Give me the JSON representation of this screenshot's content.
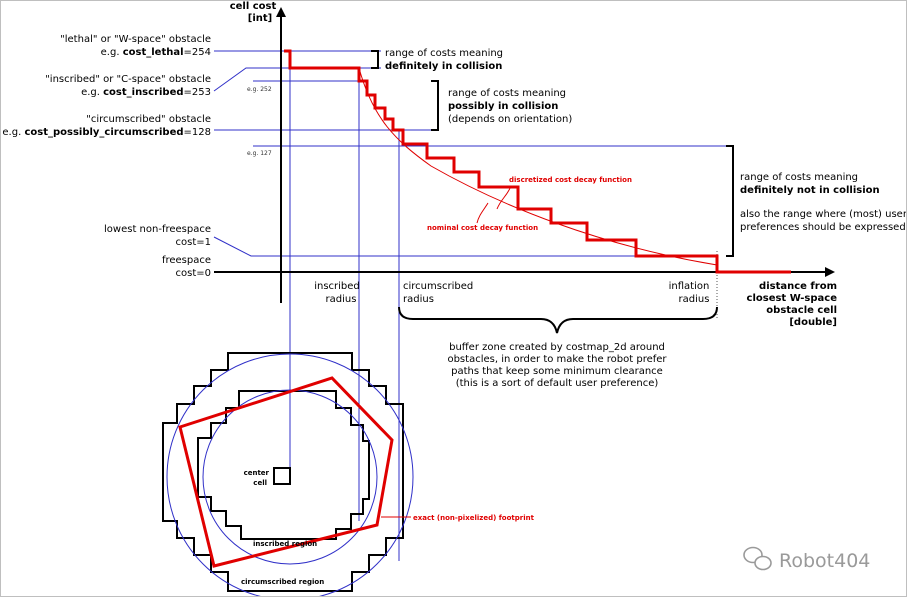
{
  "axes": {
    "y_title": [
      "cell cost",
      "[int]"
    ],
    "x_title": [
      "distance from",
      "closest W-space",
      "obstacle cell",
      "[double]"
    ]
  },
  "left_labels": {
    "lethal": [
      "\"lethal\" or \"W-space\" obstacle",
      "e.g. ",
      "cost_lethal",
      "=254"
    ],
    "inscribed": [
      "\"inscribed\" or \"C-space\" obstacle",
      "e.g. ",
      "cost_inscribed",
      "=253"
    ],
    "circumscribed": [
      "\"circumscribed\" obstacle",
      "e.g. ",
      "cost_possibly_circumscribed",
      "=128"
    ],
    "nonfree": [
      "lowest non-freespace",
      "cost=1"
    ],
    "free": [
      "freespace",
      "cost=0"
    ]
  },
  "examples": {
    "e252": "e.g. 252",
    "e127": "e.g. 127"
  },
  "ranges": {
    "definitely": [
      "range of costs meaning",
      "definitely in collision"
    ],
    "possibly": [
      "range of costs meaning",
      "possibly in collision",
      "(depends on orientation)"
    ],
    "not": [
      "range of costs meaning",
      "definitely not in collision",
      "also the range where (most) user",
      "preferences should be expressed"
    ]
  },
  "curves": {
    "discretized": "discretized cost decay function",
    "nominal": "nominal cost decay function"
  },
  "x_labels": {
    "inscribed": [
      "inscribed",
      "radius"
    ],
    "circumscribed": [
      "circumscribed",
      "radius"
    ],
    "inflation": [
      "inflation",
      "radius"
    ]
  },
  "buffer_text": [
    "buffer zone created by costmap_2d around",
    "obstacles, in order to make the robot prefer",
    "paths that keep some minimum clearance",
    "(this is a sort of default user preference)"
  ],
  "footprint": {
    "center_cell": [
      "center",
      "cell"
    ],
    "exact": "exact (non-pixelized) footprint",
    "inscribed_region": "inscribed region",
    "circumscribed_region": "circumscribed region"
  },
  "watermark": "Robot404",
  "colors": {
    "red": "#e00000",
    "blue": "#3030c8",
    "black": "#000000"
  }
}
